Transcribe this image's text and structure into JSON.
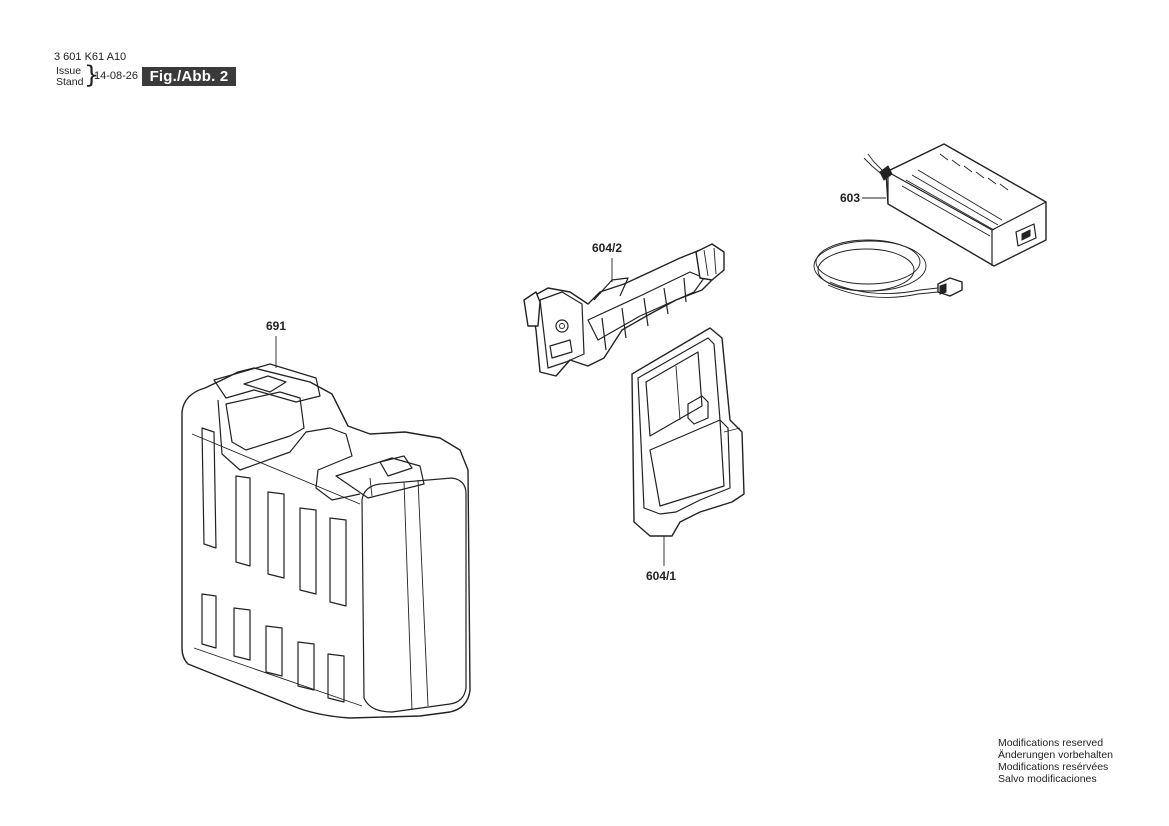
{
  "header": {
    "part_code": "3 601 K61 A10",
    "issue_label": "Issue",
    "stand_label": "Stand",
    "date": "14-08-26",
    "figure_label": "Fig./Abb. 2"
  },
  "parts": {
    "case": "691",
    "holder": "604/2",
    "cradle": "604/1",
    "charger": "603"
  },
  "footer": {
    "lines": [
      "Modifications reserved",
      "Änderungen vorbehalten",
      "Modifications resérvées",
      "Salvo modificaciones"
    ]
  }
}
